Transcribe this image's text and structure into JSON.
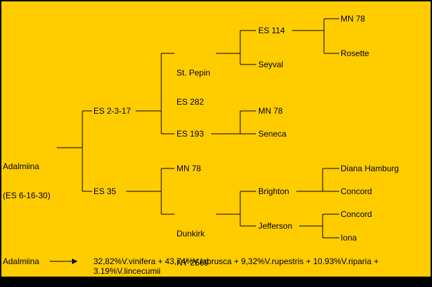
{
  "tree": {
    "root": [
      "Adalmiina",
      "(ES 6-16-30)"
    ],
    "gen1": {
      "upper": "ES 2-3-17",
      "lower": "ES 35"
    },
    "gen2": {
      "st_pepin": [
        "St. Pepin",
        "ES 282"
      ],
      "es193": "ES 193",
      "mn78": "MN 78",
      "dunkirk": [
        "Dunkirk",
        "NY 2569"
      ]
    },
    "gen3": {
      "es114": "ES 114",
      "seyval": "Seyval",
      "mn78": "MN 78",
      "seneca": "Seneca",
      "brighton": "Brighton",
      "jefferson": "Jefferson"
    },
    "gen4": {
      "mn78": "MN 78",
      "rosette": "Rosette",
      "diana_hamburg": "Diana Hamburg",
      "concord_1": "Concord",
      "concord_2": "Concord",
      "iona": "Iona"
    }
  },
  "summary": {
    "name": "Adalmiina",
    "composition": "32,82%V.vinifera + 43,74%V.labrusca + 9,32%V.rupestris + 10.93%V.riparia +\n3.19%V.lincecumii"
  }
}
